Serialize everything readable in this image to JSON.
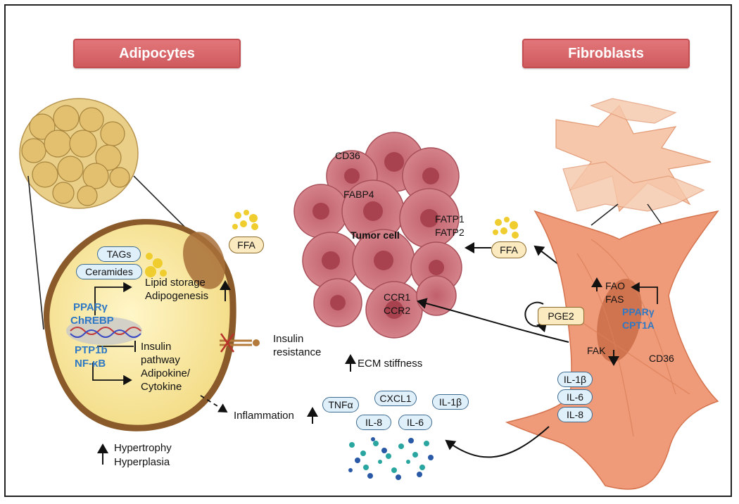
{
  "banners": {
    "adipocytes": "Adipocytes",
    "fibroblasts": "Fibroblasts"
  },
  "adipocyte": {
    "tags": "TAGs",
    "ceramides": "Ceramides",
    "lipid_storage": "Lipid storage",
    "adipogenesis": "Adipogenesis",
    "ppar": "PPARγ",
    "chrebp": "ChREBP",
    "ptp1b": "PTP1b",
    "nfkb": "NF-κB",
    "insulin": "Insulin",
    "pathway": "pathway",
    "adipokine": "Adipokine/",
    "cytokine": "Cytokine",
    "insulin_res_1": "Insulin",
    "insulin_res_2": "resistance",
    "hypertrophy": "Hypertrophy",
    "hyperplasia": "Hyperplasia"
  },
  "tumor": {
    "label": "Tumor cell",
    "cd36": "CD36",
    "fabp4": "FABP4",
    "fatp1": "FATP1",
    "fatp2": "FATP2",
    "ccr1": "CCR1",
    "ccr2": "CCR2"
  },
  "ffa_left": "FFA",
  "ffa_right": "FFA",
  "ecm": "ECM stiffness",
  "inflammation": "Inflammation",
  "cytokines": {
    "tnfa": "TNFα",
    "cxcl1": "CXCL1",
    "il1b": "IL-1β",
    "il8": "IL-8",
    "il6": "IL-6"
  },
  "fibroblast": {
    "fao": "FAO",
    "fas": "FAS",
    "ppar": "PPARγ",
    "cpt1a": "CPT1A",
    "pge2": "PGE2",
    "fak": "FAK",
    "cd36": "CD36",
    "il1b": "IL-1β",
    "il6": "IL-6",
    "il8": "IL-8"
  },
  "colors": {
    "banner": "#d9656a",
    "tumor": "#c9707a",
    "fibroblast": "#ef9a78",
    "adipocyte": "#f3e2a2",
    "accent_blue": "#2f78c4"
  }
}
